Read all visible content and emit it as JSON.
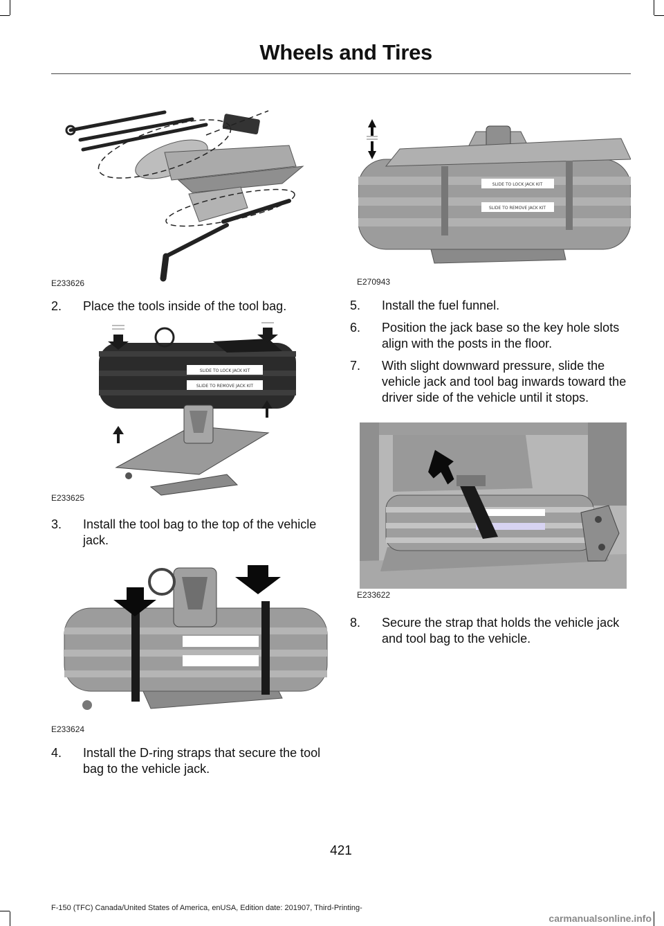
{
  "header": {
    "title": "Wheels and Tires"
  },
  "figures": {
    "fig1": {
      "code": "E233626"
    },
    "fig2": {
      "code": "E233625"
    },
    "fig3": {
      "code": "E233624"
    },
    "fig4": {
      "code": "E270943"
    },
    "fig5": {
      "code": "E233622"
    }
  },
  "steps": [
    {
      "num": "2.",
      "text": "Place the tools inside of the tool bag."
    },
    {
      "num": "3.",
      "text": "Install the tool bag to the top of the vehicle jack."
    },
    {
      "num": "4.",
      "text": "Install the D-ring straps that secure the tool bag to the vehicle jack."
    },
    {
      "num": "5.",
      "text": "Install the fuel funnel."
    },
    {
      "num": "6.",
      "text": "Position the jack base so the key hole slots align with the posts in the floor."
    },
    {
      "num": "7.",
      "text": "With slight downward pressure, slide the vehicle jack and tool bag inwards toward the driver side of the vehicle until it stops."
    },
    {
      "num": "8.",
      "text": "Secure the strap that holds the vehicle jack and tool bag to the vehicle."
    }
  ],
  "bag_labels": {
    "lock": "SLIDE TO LOCK JACK KIT",
    "remove": "SLIDE TO REMOVE JACK KIT"
  },
  "page_number": "421",
  "footer": "F-150 (TFC) Canada/United States of America, enUSA, Edition date: 201907, Third-Printing-",
  "watermark": "carmanualsonline.info",
  "colors": {
    "metal": "#9a9a9a",
    "dark_bag": "#2b2b2b",
    "arrow": "#111111"
  }
}
